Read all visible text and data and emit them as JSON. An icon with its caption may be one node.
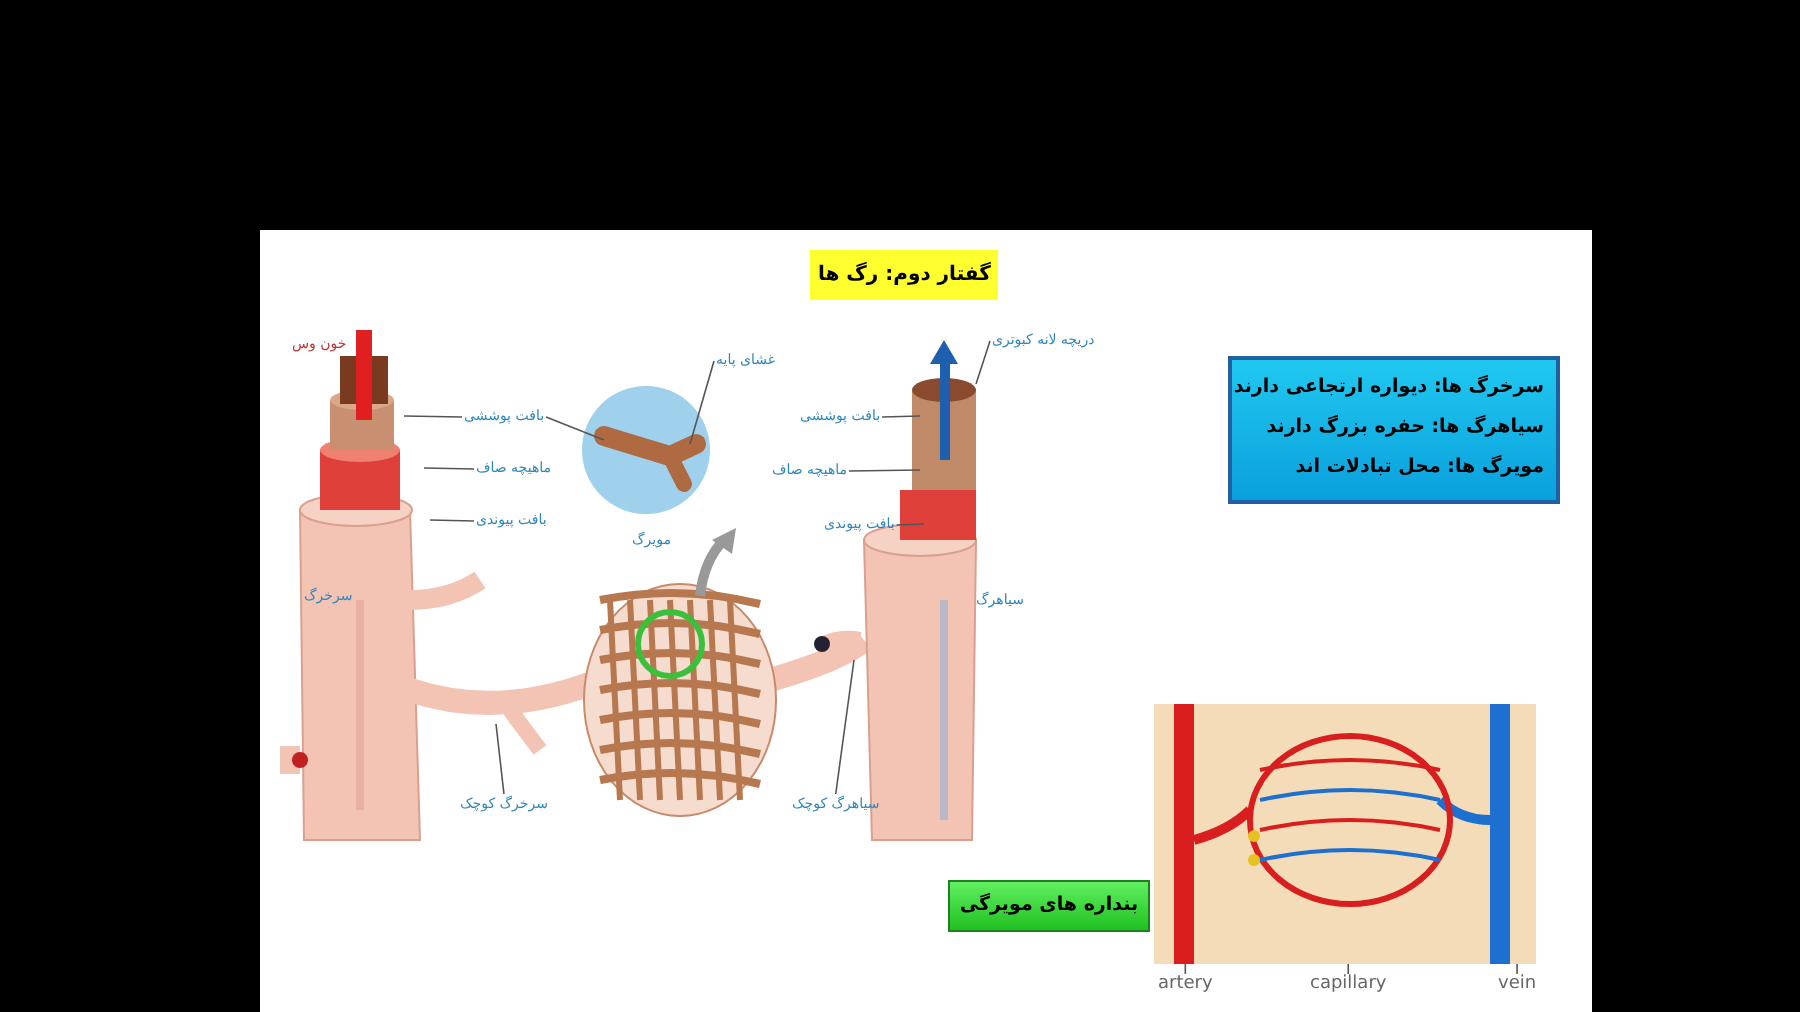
{
  "diagram": {
    "title": "گفتار دوم: رگ ها",
    "nodes": [
      {
        "text": [
          "سرخرگ ها: دیواره ارتجاعی دارند",
          "سیاهرگ ها: حفره بزرگ دارند",
          "مویرگ ها: محل تبادلات اند"
        ]
      },
      {
        "text": [
          "بنداره های مویرگی"
        ]
      },
      {
        "text": [
          "بافت پوششی"
        ]
      },
      {
        "text": [
          "ماهیچه صاف"
        ]
      },
      {
        "text": [
          "بافت پیوندی"
        ]
      },
      {
        "text": [
          "غشای پایه"
        ]
      },
      {
        "text": [
          "سرخرگ کوچک"
        ]
      },
      {
        "text": [
          "دریچه لانه کبوتری"
        ]
      },
      {
        "text": [
          "بافت پوششی"
        ]
      },
      {
        "text": [
          "ماهیچه صاف"
        ]
      },
      {
        "text": [
          "بافت پیوندی"
        ]
      },
      {
        "text": [
          "سیاهرگ کوچک"
        ]
      },
      {
        "text": [
          "artery"
        ]
      },
      {
        "text": [
          "capillary"
        ]
      },
      {
        "text": [
          "vein"
        ]
      },
      {
        "text": [],
        "shape": "picture"
      }
    ],
    "edges": [
      {
        "from": 2,
        "to": null,
        "arrow": "none"
      },
      {
        "from": 2,
        "to": null,
        "arrow": "none"
      },
      {
        "from": 3,
        "to": null,
        "arrow": "none"
      },
      {
        "from": 4,
        "to": null,
        "arrow": "none"
      },
      {
        "from": 5,
        "to": null,
        "arrow": "none"
      },
      {
        "from": 6,
        "to": null,
        "arrow": "none"
      },
      {
        "from": 7,
        "to": null,
        "arrow": "none"
      },
      {
        "from": 8,
        "to": null,
        "arrow": "none"
      },
      {
        "from": 9,
        "to": null,
        "arrow": "none"
      },
      {
        "from": 10,
        "to": null,
        "arrow": "none"
      },
      {
        "from": 11,
        "to": null,
        "arrow": "none"
      },
      {
        "from": 12,
        "to": 15,
        "arrow": "none"
      },
      {
        "from": 13,
        "to": 15,
        "arrow": "none"
      },
      {
        "from": 14,
        "to": 15,
        "arrow": "none"
      }
    ],
    "labels": [
      "خون وس",
      "سرخرگ",
      "مویرگ",
      "سیاهرگ"
    ]
  }
}
